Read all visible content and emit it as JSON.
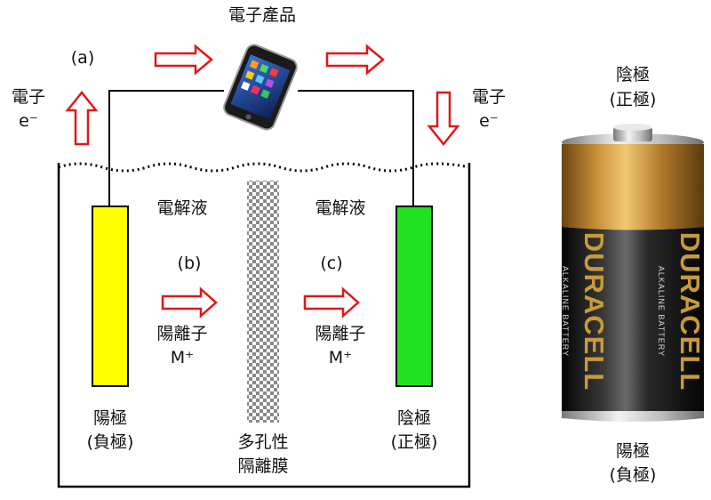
{
  "labels": {
    "device": "電子產品",
    "part_a": "(a)",
    "electron_left": "電子",
    "electron_left_sym": "e⁻",
    "electron_right": "電子",
    "electron_right_sym": "e⁻",
    "electrolyte_left": "電解液",
    "electrolyte_right": "電解液",
    "part_b": "(b)",
    "part_c": "(c)",
    "cation_left": "陽離子",
    "cation_left_sym": "M⁺",
    "cation_right": "陽離子",
    "cation_right_sym": "M⁺",
    "anode_line1": "陽極",
    "anode_line2": "(負極)",
    "cathode_line1": "陰極",
    "cathode_line2": "(正極)",
    "separator_line1": "多孔性",
    "separator_line2": "隔離膜",
    "battery_top_line1": "陰極",
    "battery_top_line2": "(正極)",
    "battery_bottom_line1": "陽極",
    "battery_bottom_line2": "(負極)"
  },
  "battery": {
    "brand": "DURACELL",
    "subtitle": "ALKALINE BATTERY"
  },
  "colors": {
    "anode": "#ffff00",
    "cathode": "#22e022",
    "arrow": "#e01818",
    "battery_gold": "#b07a2a",
    "battery_body": "#1a1a1a"
  }
}
